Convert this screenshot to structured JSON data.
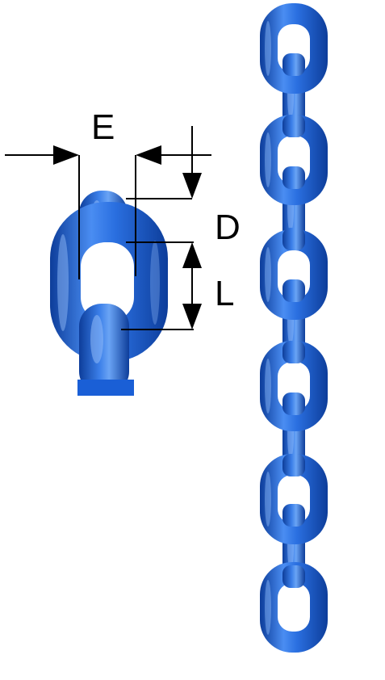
{
  "labels": {
    "e": "E",
    "d": "D",
    "l": "L"
  },
  "colors": {
    "chain_main": "#1a5fd6",
    "chain_light": "#4a8df2",
    "chain_dark": "#0d3d9a",
    "chain_highlight": "#8fbaf8",
    "dimension_line": "#000000",
    "background": "#ffffff"
  }
}
